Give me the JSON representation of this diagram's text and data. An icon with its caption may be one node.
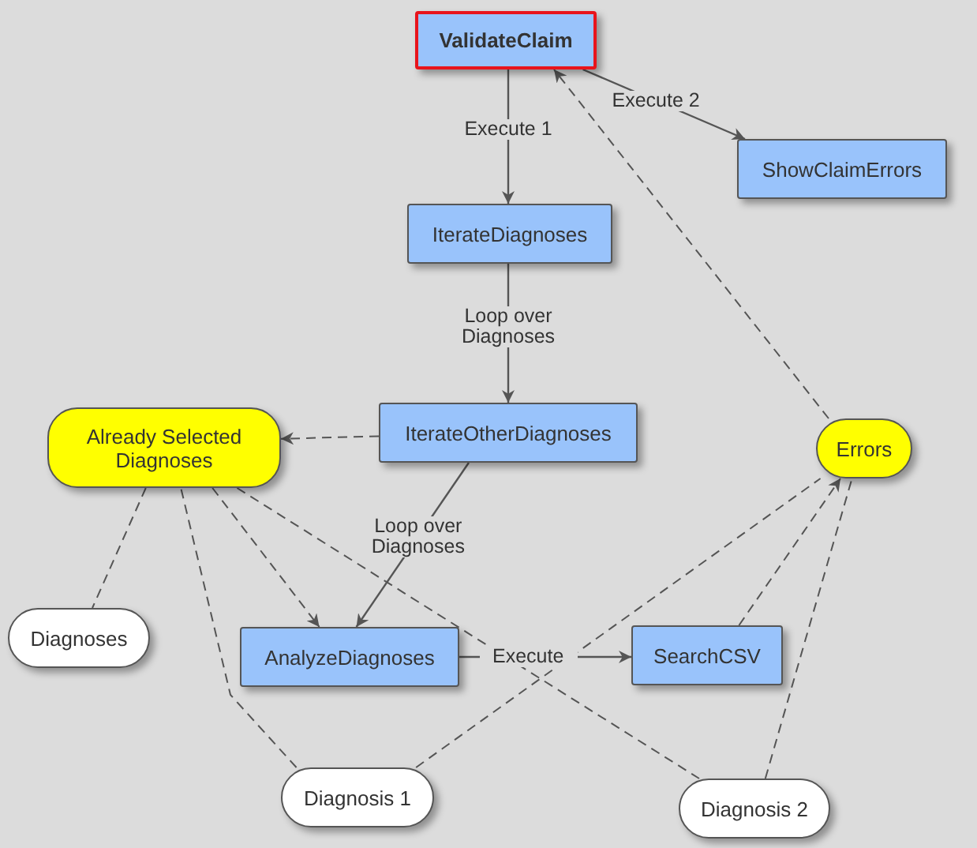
{
  "diagram": {
    "nodes": [
      {
        "text": [
          "ValidateClaim"
        ]
      },
      {
        "text": [
          "ShowClaimErrors"
        ]
      },
      {
        "text": [
          "IterateDiagnoses"
        ]
      },
      {
        "text": [
          "Already Selected Diagnoses"
        ]
      },
      {
        "text": [
          "IterateOtherDiagnoses"
        ]
      },
      {
        "text": [
          "Errors"
        ]
      },
      {
        "text": [
          "Diagnoses"
        ]
      },
      {
        "text": [
          "AnalyzeDiagnoses"
        ]
      },
      {
        "text": [
          "SearchCSV"
        ]
      },
      {
        "text": [
          "Diagnosis 1"
        ]
      },
      {
        "text": [
          "Diagnosis 2"
        ]
      }
    ],
    "edges": [
      {
        "from": 0,
        "to": 2,
        "arrow": "to",
        "label": "Execute 1"
      },
      {
        "from": 0,
        "to": 1,
        "arrow": "to",
        "label": "Execute 2"
      },
      {
        "from": 2,
        "to": 4,
        "arrow": "to",
        "label": "Loop over Diagnoses"
      },
      {
        "from": 4,
        "to": 3,
        "arrow": "to",
        "style": "dashed"
      },
      {
        "from": 4,
        "to": 7,
        "arrow": "to",
        "label": "Loop over Diagnoses"
      },
      {
        "from": 7,
        "to": 8,
        "arrow": "to",
        "label": "Execute"
      },
      {
        "from": 5,
        "to": 0,
        "arrow": "to",
        "style": "dashed"
      },
      {
        "from": 3,
        "to": 6,
        "arrow": "none",
        "style": "dashed"
      },
      {
        "from": 3,
        "to": 7,
        "arrow": "to",
        "style": "dashed"
      },
      {
        "from": 9,
        "to": 3,
        "arrow": "none",
        "style": "dashed"
      },
      {
        "from": 3,
        "to": 10,
        "arrow": "none",
        "style": "dashed"
      },
      {
        "from": 9,
        "to": 5,
        "arrow": "none",
        "style": "dashed"
      },
      {
        "from": 8,
        "to": 5,
        "arrow": "to",
        "style": "dashed"
      },
      {
        "from": 10,
        "to": 5,
        "arrow": "none",
        "style": "dashed"
      }
    ]
  }
}
